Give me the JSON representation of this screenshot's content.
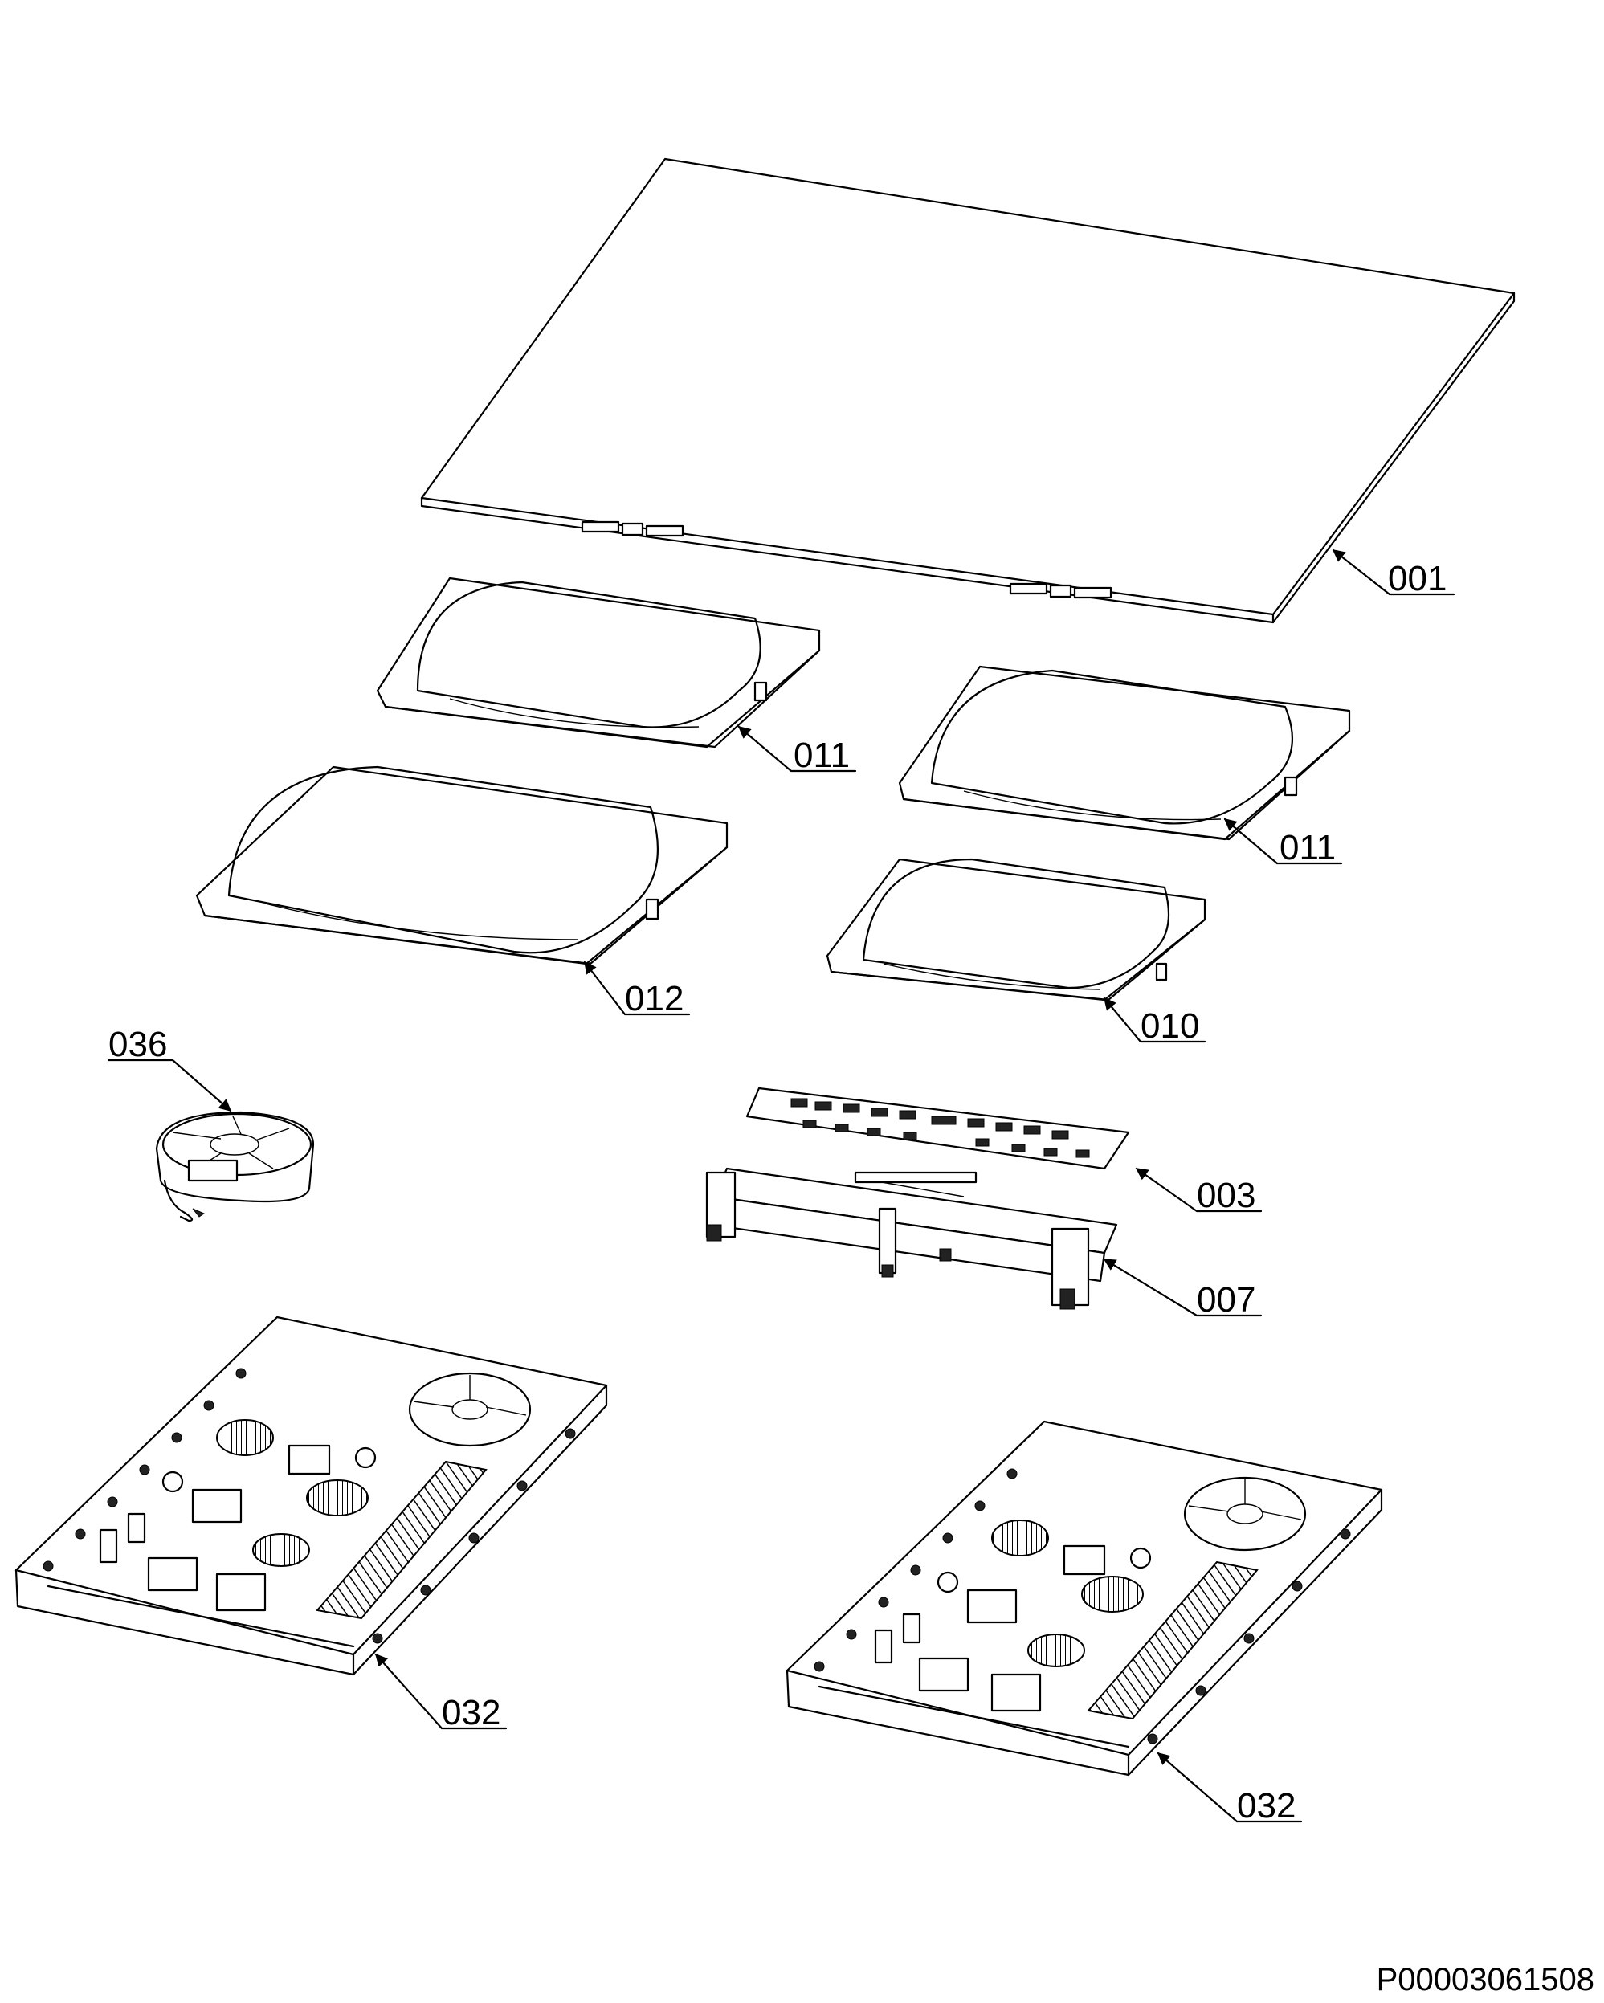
{
  "labels": {
    "p001": "001",
    "p011a": "011",
    "p011b": "011",
    "p012": "012",
    "p010": "010",
    "p036": "036",
    "p003": "003",
    "p007": "007",
    "p032a": "032",
    "p032b": "032"
  },
  "document_id": "P00003061508"
}
